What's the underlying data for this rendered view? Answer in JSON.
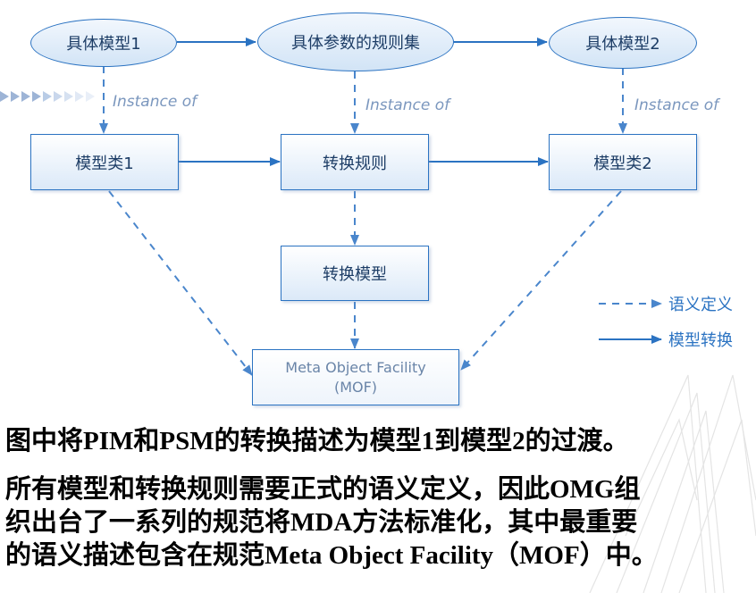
{
  "nodes": {
    "model1": "具体模型1",
    "rules": "具体参数的规则集",
    "model2": "具体模型2",
    "class1": "模型类1",
    "transform_rule": "转换规则",
    "class2": "模型类2",
    "transform_model": "转换模型",
    "mof_line1": "Meta Object Facility",
    "mof_line2": "(MOF)"
  },
  "instance_label": "Instance of",
  "legend": {
    "semantic_def": "语义定义",
    "model_transform": "模型转换"
  },
  "colors": {
    "accent": "#2b73c2",
    "dashed": "#4a86cc"
  },
  "paragraph": {
    "line1": "图中将PIM和PSM的转换描述为模型1到模型2的过渡。",
    "line2": "所有模型和转换规则需要正式的语义定义，因此OMG组",
    "line3": "织出台了一系列的规范将MDA方法标准化，其中最重要",
    "line4": "的语义描述包含在规范Meta Object Facility（MOF）中。"
  }
}
